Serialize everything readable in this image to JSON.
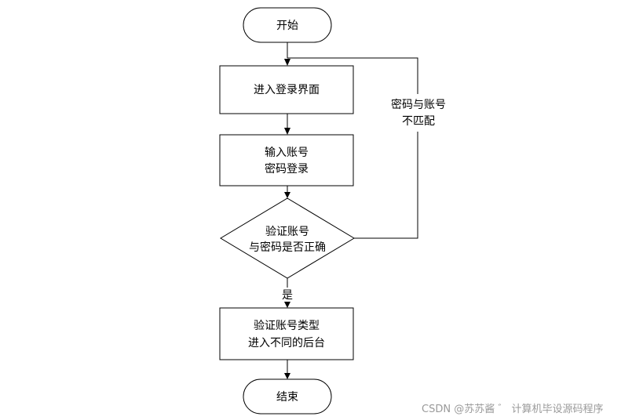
{
  "diagram": {
    "start": "开始",
    "login_page": "进入登录界面",
    "input_line1": "输入账号",
    "input_line2": "密码登录",
    "verify_line1": "验证账号",
    "verify_line2": "与密码是否正确",
    "yes_label": "是",
    "mismatch_line1": "密码与账号",
    "mismatch_line2": "不匹配",
    "dispatch_line1": "验证账号类型",
    "dispatch_line2": "进入不同的后台",
    "end": "结束"
  },
  "watermark": "CSDN @苏苏酱 ゛ 计算机毕设源码程序"
}
